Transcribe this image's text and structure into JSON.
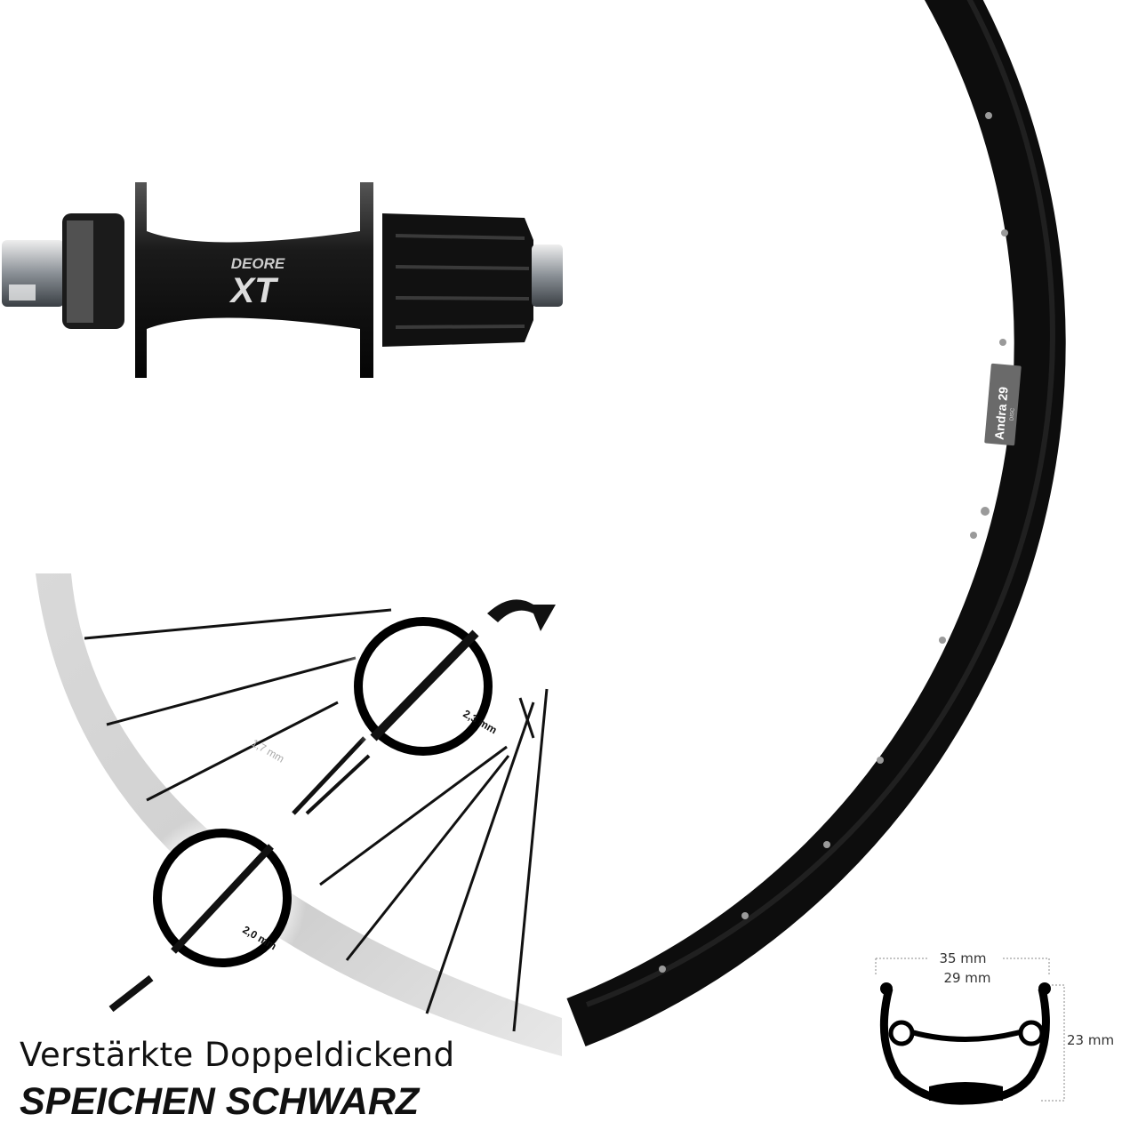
{
  "hub": {
    "brand_line1": "DEORE",
    "brand_line2": "XT"
  },
  "rim": {
    "sticker_model": "Andra 29",
    "sticker_sub": "DISC"
  },
  "spoke_diagram": {
    "label_large": "2,3 mm",
    "label_middle": "1,7 mm",
    "label_small": "2,0 mm"
  },
  "profile": {
    "outer_width": "35 mm",
    "inner_width": "29 mm",
    "height": "23 mm"
  },
  "caption": {
    "line1": "Verstärkte Doppeldickend",
    "line2": "SPEICHEN SCHWARZ"
  },
  "colors": {
    "rim": "#0d0d0d",
    "diagram_band": "#d6d6d6",
    "text": "#111111"
  }
}
